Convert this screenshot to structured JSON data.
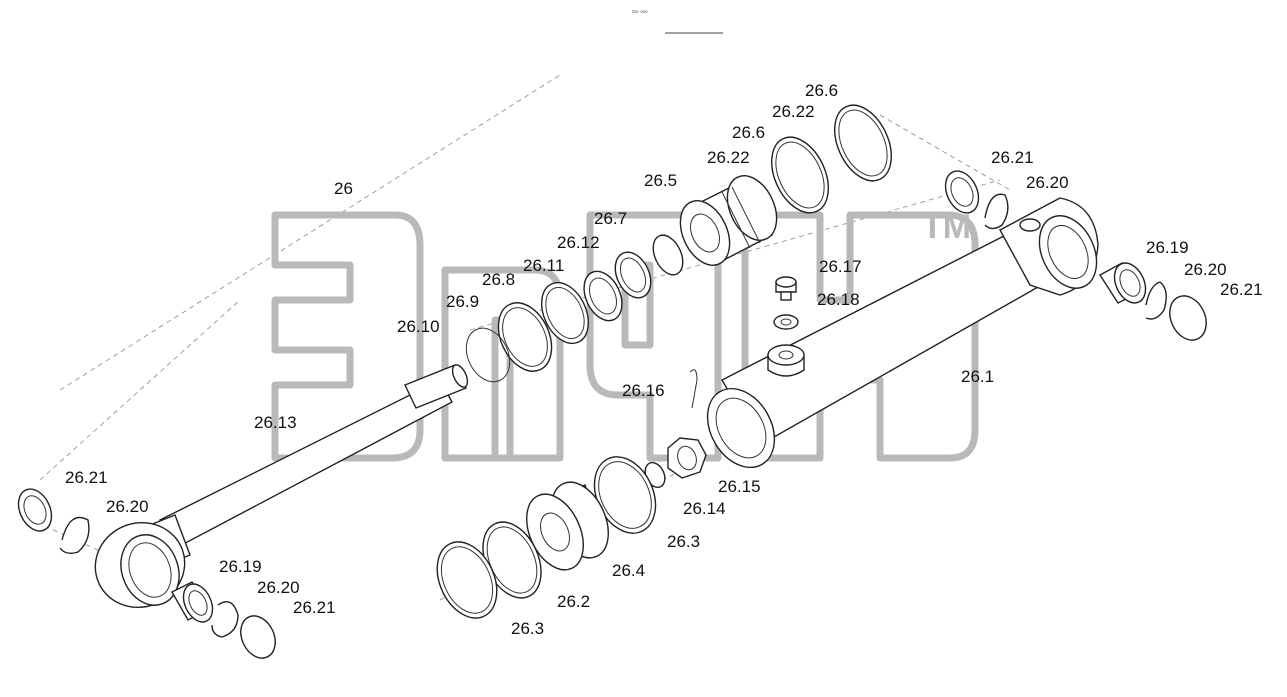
{
  "header": {
    "tag": "▫₀ ₀₀₀"
  },
  "watermark": {
    "mark": "TM"
  },
  "callouts": {
    "assembly": "26",
    "barrel": "26.1",
    "guide_ring_upper": "26.2",
    "piston_seal_a": "26.3",
    "piston_seal_b": "26.3",
    "piston": "26.4",
    "gland": "26.5",
    "wiper_a": "26.6",
    "wiper_b": "26.6",
    "gland_ring": "26.7",
    "seal_8": "26.8",
    "seal_9": "26.9",
    "seal_10": "26.10",
    "seal_11": "26.11",
    "seal_12": "26.12",
    "rod": "26.13",
    "o_ring": "26.14",
    "nut": "26.15",
    "pin": "26.16",
    "plug": "26.17",
    "washer": "26.18",
    "bush_right": "26.19",
    "bush_left": "26.19",
    "circlip_right_top": "26.20",
    "circlip_right": "26.20",
    "circlip_left_top": "26.20",
    "circlip_left": "26.20",
    "cap_right_top": "26.21",
    "cap_right": "26.21",
    "cap_left_top": "26.21",
    "cap_left": "26.21",
    "backup_a": "26.22",
    "backup_b": "26.22"
  }
}
